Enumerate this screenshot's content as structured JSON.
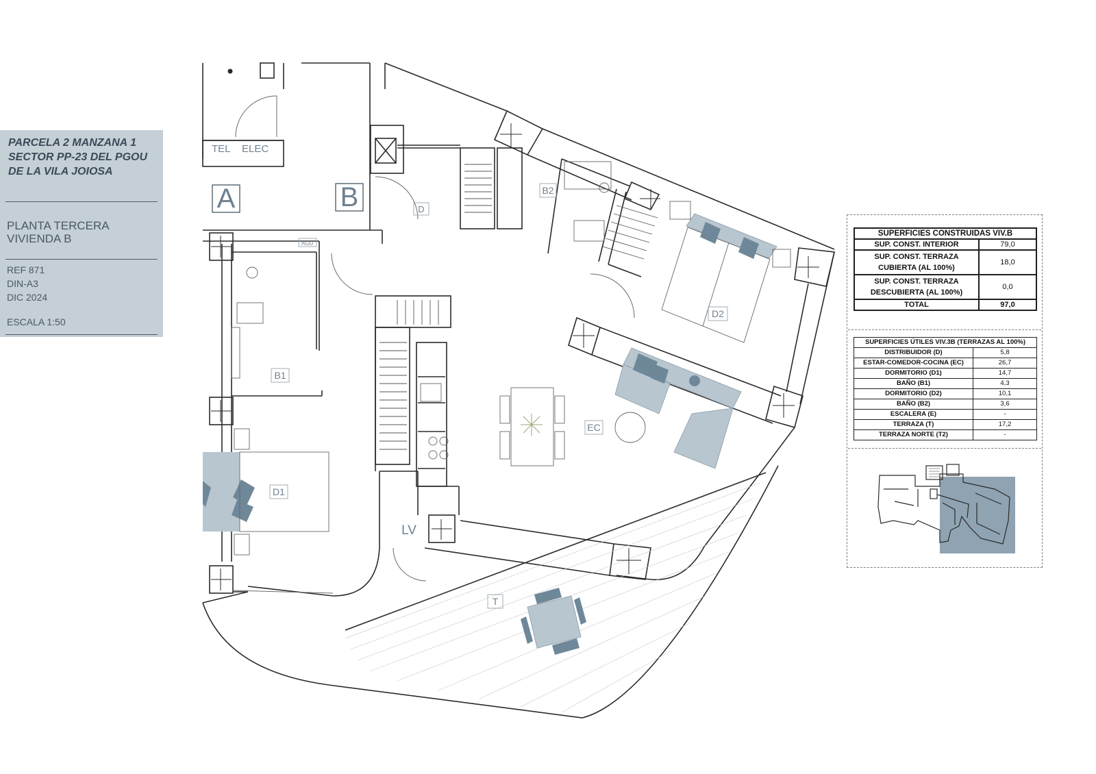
{
  "title_panel": {
    "project_line1": "PARCELA 2 MANZANA 1",
    "project_line2": "SECTOR PP-23 DEL PGOU",
    "project_line3": "DE LA VILA JOIOSA",
    "floor": "PLANTA TERCERA",
    "unit": "VIVIENDA B",
    "ref": "REF  871",
    "format": "DIN-A3",
    "date": "DIC 2024",
    "scale": "ESCALA 1:50"
  },
  "room_labels": {
    "b2": "B2",
    "d2": "D2",
    "d": "D",
    "b1": "B1",
    "ec": "EC",
    "d1": "D1",
    "lv": "LV",
    "t": "T",
    "a": "A",
    "b": "B",
    "tel": "TEL",
    "elec": "ELEC",
    "agu": "AGU"
  },
  "built_areas": {
    "title": "SUPERFICIES CONSTRUIDAS VIV.B",
    "rows": [
      {
        "label": "SUP. CONST. INTERIOR",
        "value": "79,0"
      },
      {
        "label": "SUP. CONST. TERRAZA CUBIERTA (AL 100%)",
        "value": "18,0"
      },
      {
        "label": "SUP. CONST. TERRAZA DESCUBIERTA (AL 100%)",
        "value": "0,0"
      },
      {
        "label": "TOTAL",
        "value": "97,0"
      }
    ]
  },
  "useful_areas": {
    "title": "SUPERFICIES ÚTILES VIV.3B (TERRAZAS AL 100%)",
    "rows": [
      {
        "label": "DISTRIBUIDOR (D)",
        "value": "5,8"
      },
      {
        "label": "ESTAR-COMEDOR-COCINA (EC)",
        "value": "26,7"
      },
      {
        "label": "DORMITORIO (D1)",
        "value": "14,7"
      },
      {
        "label": "BAÑO (B1)",
        "value": "4,3"
      },
      {
        "label": "DORMITORIO (D2)",
        "value": "10,1"
      },
      {
        "label": "BAÑO (B2)",
        "value": "3,6"
      },
      {
        "label": "ESCALERA (E)",
        "value": "-"
      },
      {
        "label": "TERRAZA (T)",
        "value": "17,2"
      },
      {
        "label": "TERRAZA NORTE (T2)",
        "value": "-"
      }
    ]
  },
  "colors": {
    "panel": "#c5cfd6",
    "furniture": "#b8c6d0",
    "furniture_dark": "#6f8899",
    "wall": "#2a2a2a",
    "highlight": "#8fa3b2"
  }
}
